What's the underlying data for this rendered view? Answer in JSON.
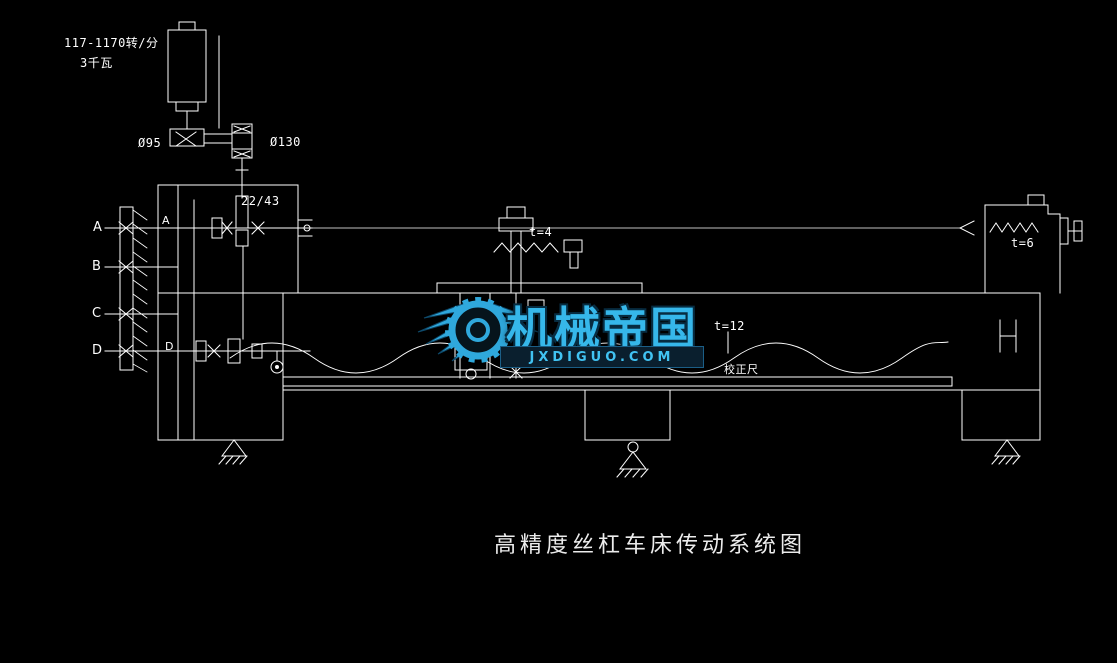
{
  "colors": {
    "background": "#000000",
    "line": "#ffffff",
    "watermark_cyan": "#2FA8DC"
  },
  "diagram": {
    "title": "高精度丝杠车床传动系统图",
    "motor": {
      "speed": "117-1170转/分",
      "power": "3千瓦"
    },
    "pulleys": {
      "small": "Ø95",
      "large": "Ø130"
    },
    "gear_ratio": "22/43",
    "shaft_letters": [
      "A",
      "B",
      "C",
      "D"
    ],
    "pitch_labels": {
      "tool_screw": "t=4",
      "leadscrew": "t=12",
      "tailstock_screw": "t=6"
    },
    "correction_ruler_label": "校正尺"
  },
  "watermark": {
    "brand": "机械帝国",
    "site": "JXDIGUO.COM"
  }
}
